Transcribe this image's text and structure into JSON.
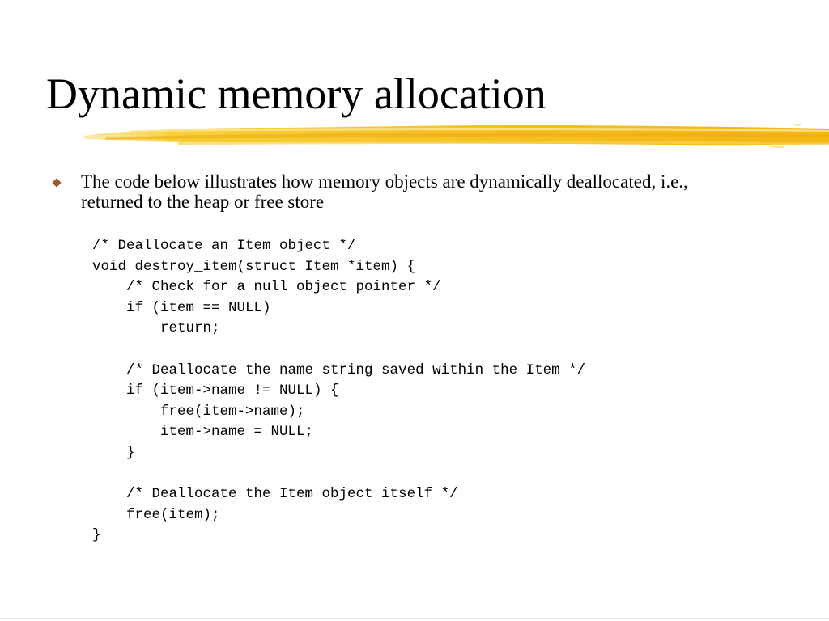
{
  "slide": {
    "title": "Dynamic memory allocation",
    "accent_color": "#f5c020",
    "bullet_color": "#a0552a",
    "bullet_icon": "diamond-bullet-icon",
    "bullet_text": "The code below illustrates how memory objects are dynamically deallocated, i.e., returned to the heap or free store",
    "code_lines": [
      "/* Deallocate an Item object */",
      "void destroy_item(struct Item *item) {",
      "    /* Check for a null object pointer */",
      "    if (item == NULL)",
      "        return;",
      "",
      "    /* Deallocate the name string saved within the Item */",
      "    if (item->name != NULL) {",
      "        free(item->name);",
      "        item->name = NULL;",
      "    }",
      "",
      "    /* Deallocate the Item object itself */",
      "    free(item);",
      "}"
    ]
  }
}
